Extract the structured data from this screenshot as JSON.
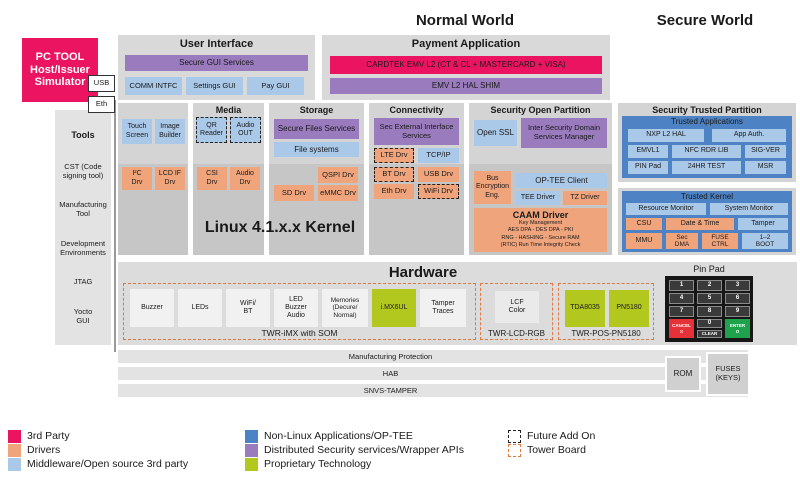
{
  "headings": {
    "normal_world": "Normal World",
    "secure_world": "Secure World"
  },
  "pc_tool": {
    "label": "PC TOOL\nHost/Issuer\nSimulator",
    "usb": "USB",
    "eth": "Eth"
  },
  "tools": {
    "title": "Tools",
    "items": [
      "CST (Code\nsigning tool)",
      "Manufacturing\nTool",
      "Development\nEnvironments",
      "JTAG",
      "Yocto\nGUI"
    ]
  },
  "user_interface": {
    "title": "User Interface",
    "secure_gui": "Secure GUI Services",
    "comm": "COMM INTFC",
    "settings": "Settings GUI",
    "pay": "Pay GUI"
  },
  "payment": {
    "title": "Payment Application",
    "cardtek": "CARDTEK EMV L2 (CT & CL + MASTERCARD + VISA)",
    "shim": "EMV L2 HAL SHIM"
  },
  "kernel_label": "Linux 4.1.x.x Kernel",
  "ui_col": {
    "touch": "Touch\nScreen",
    "image": "Image\nBuilder",
    "i2c": "I²C\nDrv",
    "lcd": "LCD IF\nDrv"
  },
  "media": {
    "title": "Media",
    "qr": "QR\nReader",
    "audio_out": "Audio\nOUT",
    "csi": "CSI\nDrv",
    "audio_drv": "Audio\nDrv"
  },
  "storage": {
    "title": "Storage",
    "secure_files": "Secure Files Services",
    "file_systems": "File systems",
    "qspi": "QSPI Drv",
    "sd": "SD Drv",
    "emmc": "eMMC Drv"
  },
  "connectivity": {
    "title": "Connectivity",
    "sec_ext": "Sec External Interface\nServices",
    "lte": "LTE Drv",
    "tcpip": "TCP/IP",
    "bt": "BT Drv",
    "usb": "USB Drv",
    "eth": "Eth Drv",
    "wifi": "WiFi Drv"
  },
  "sop": {
    "title": "Security Open Partition",
    "openssl": "Open SSL",
    "isdsm": "Inter Security Domain\nServices Manager",
    "bus_enc": "Bus\nEncryption\nEng.",
    "optee": "OP-TEE Client",
    "tee": "TEE Driver",
    "tz": "TZ Driver",
    "caam_title": "CAAM Driver",
    "caam_lines": "Key Management\nAES DPA - DES DPA - PKI\nRNG - HASHING - Secure RAM\n(RTIC) Run Time Integrity Check"
  },
  "stp": {
    "title": "Security Trusted Partition",
    "ta_title": "Trusted Applications",
    "ta": {
      "nxp": "NXP L2 HAL",
      "app_auth": "App Auth.",
      "emvl1": "EMVL1",
      "nfc": "NFC RDR LIB",
      "sig": "SIG-VER",
      "pin": "PIN Pad",
      "test": "24HR TEST",
      "msr": "MSR"
    },
    "tk_title": "Trusted Kernel",
    "tk": {
      "resource": "Resource Monitor",
      "system": "System Monitor",
      "csu": "CSU",
      "date": "Date & Time",
      "tamper": "Tamper",
      "mmu": "MMU",
      "dma": "Sec\nDMA",
      "fuse": "FUSE\nCTRL",
      "boot": "1–2\nBOOT"
    }
  },
  "hardware": {
    "title": "Hardware",
    "twr_imx": {
      "label": "TWR-iMX with SOM",
      "buzzer": "Buzzer",
      "leds": "LEDs",
      "wifi": "WiFi/\nBT",
      "led_buzzer": "LED\nBuzzer\nAudio",
      "memories": "Memories\n(Decure/\nNormal)",
      "imx": "i.MX6UL",
      "tamper": "Tamper\nTraces"
    },
    "twr_lcd": {
      "label": "TWR-LCD-RGB",
      "lcf": "LCF\nColor"
    },
    "twr_pos": {
      "label": "TWR-POS-PN5180",
      "tda": "TDA8035",
      "pn": "PN5180"
    },
    "pin_pad": {
      "title": "Pin Pad",
      "k1": "1",
      "k2": "2",
      "k3": "3",
      "k4": "4",
      "k5": "5",
      "k6": "6",
      "k7": "7",
      "k8": "8",
      "k9": "9",
      "k0": "0",
      "cancel": "CANCEL\nX",
      "clear": "CLEAR",
      "enter": "ENTER\nO"
    }
  },
  "bottom": {
    "manufacturing": "Manufacturing Protection",
    "hab": "HAB",
    "snvs": "SNVS-TAMPER",
    "rom": "ROM",
    "fuses": "FUSES\n(KEYS)"
  },
  "legend": {
    "third_party": "3rd Party",
    "drivers": "Drivers",
    "middleware": "Middleware/Open source 3rd party",
    "non_linux": "Non-Linux Applications/OP-TEE",
    "distributed": "Distributed Security services/Wrapper APIs",
    "proprietary": "Proprietary Technology",
    "future": "Future Add On",
    "tower": "Tower Board"
  },
  "colors": {
    "third_party": "#eb1460",
    "drivers": "#f0a47c",
    "middleware": "#aac8e8",
    "non_linux": "#4d82c4",
    "distributed": "#9a7bbd",
    "proprietary": "#b2c81f",
    "future_border": "#222222",
    "tower_border": "#e07840"
  }
}
